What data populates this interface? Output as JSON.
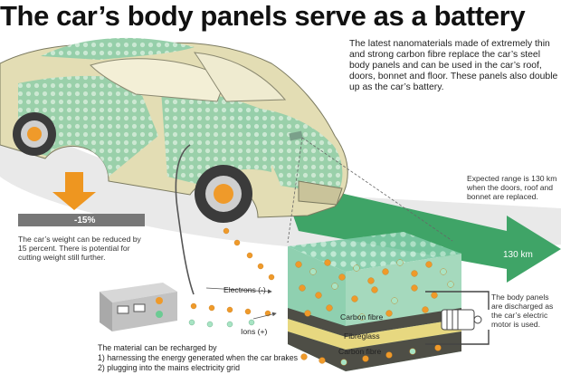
{
  "title": "The car’s body panels serve as a battery",
  "intro": "The latest nanomaterials made of extremely thin and strong carbon fibre replace the car’s steel body panels and can be used in the car’s roof, doors, bonnet and floor. These panels also double up as the car’s battery.",
  "range": {
    "note": "Expected range is 130 km when the doors, roof and bonnet are replaced.",
    "value": "130 km"
  },
  "weight": {
    "reduction": "-15%",
    "note": "The car’s weight can be reduced by 15 percent. There is potential for cutting weight still further."
  },
  "battery": {
    "electrons_label": "Electrons (-)",
    "ions_label": "Ions (+)",
    "layers": [
      "Carbon fibre",
      "Fibreglass",
      "Carbon fibre"
    ]
  },
  "motor_note": "The body panels are discharged as the car’s electric motor is used.",
  "recharge": {
    "title": "The material can be recharged by",
    "methods": [
      "1) harnessing the energy generated when the car brakes",
      "2) plugging into the mains electricity grid"
    ]
  },
  "colors": {
    "car_body": "#e3ddb4",
    "panel_green": "#9fd3b4",
    "range_arrow": "#3fa467",
    "weight_arrow": "#ee9620",
    "grey_bar": "#777777",
    "orange_particle": "#ef9a2a",
    "green_particle": "#a8e4c4"
  }
}
